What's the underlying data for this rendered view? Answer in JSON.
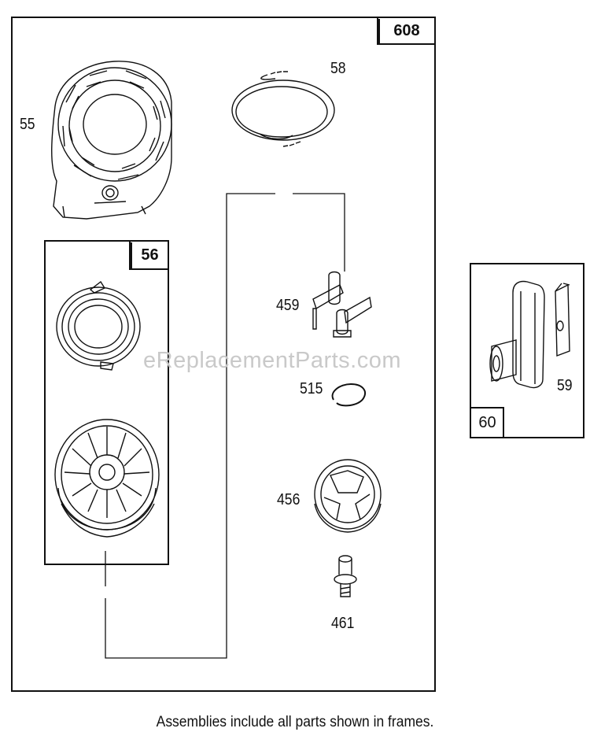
{
  "frames": {
    "main": "608",
    "starter_pulley": "56",
    "handle": "60"
  },
  "parts": {
    "blower_housing": "55",
    "rope": "58",
    "spring": "56",
    "pawl": "459",
    "retainer": "515",
    "ratchet": "456",
    "screw": "461",
    "handle_insert": "59"
  },
  "watermark": "eReplacementParts.com",
  "caption": "Assemblies include all parts shown in frames."
}
